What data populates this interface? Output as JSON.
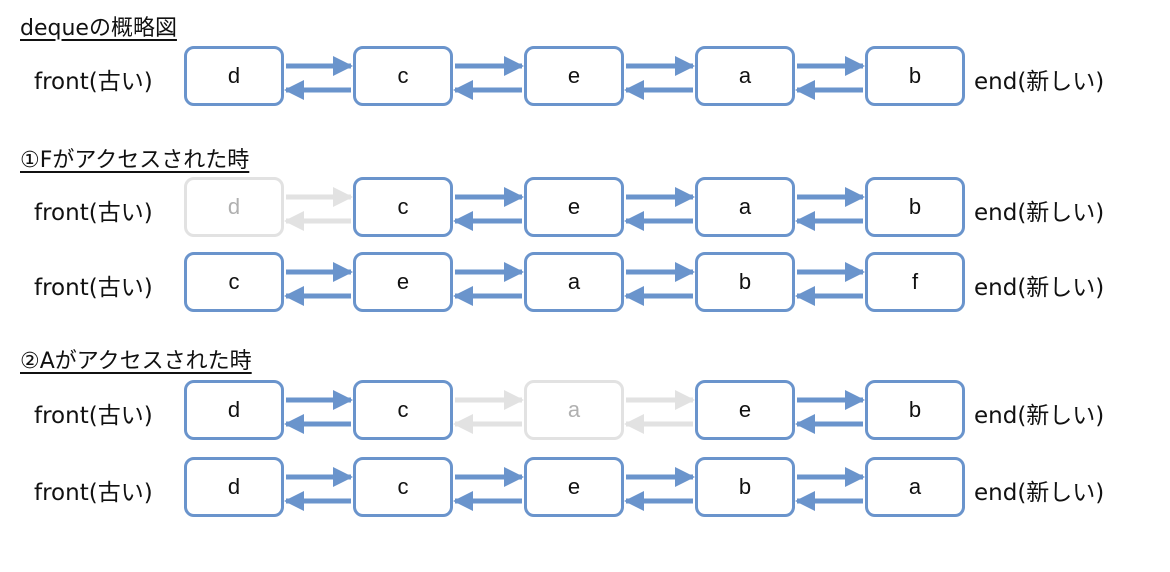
{
  "sections": [
    {
      "heading": "dequeの概略図",
      "rows": [
        {
          "front": "front(古い)",
          "end": "end(新しい)",
          "nodes": [
            {
              "label": "d",
              "faded": false
            },
            {
              "label": "c",
              "faded": false
            },
            {
              "label": "e",
              "faded": false
            },
            {
              "label": "a",
              "faded": false
            },
            {
              "label": "b",
              "faded": false
            }
          ],
          "faded_links": []
        }
      ]
    },
    {
      "heading": "①Fがアクセスされた時",
      "rows": [
        {
          "front": "front(古い)",
          "end": "end(新しい)",
          "nodes": [
            {
              "label": "d",
              "faded": true
            },
            {
              "label": "c",
              "faded": false
            },
            {
              "label": "e",
              "faded": false
            },
            {
              "label": "a",
              "faded": false
            },
            {
              "label": "b",
              "faded": false
            }
          ],
          "faded_links": [
            0
          ]
        },
        {
          "front": "front(古い)",
          "end": "end(新しい)",
          "nodes": [
            {
              "label": "c",
              "faded": false
            },
            {
              "label": "e",
              "faded": false
            },
            {
              "label": "a",
              "faded": false
            },
            {
              "label": "b",
              "faded": false
            },
            {
              "label": "f",
              "faded": false
            }
          ],
          "faded_links": []
        }
      ]
    },
    {
      "heading": "②Aがアクセスされた時",
      "rows": [
        {
          "front": "front(古い)",
          "end": "end(新しい)",
          "nodes": [
            {
              "label": "d",
              "faded": false
            },
            {
              "label": "c",
              "faded": false
            },
            {
              "label": "a",
              "faded": true
            },
            {
              "label": "e",
              "faded": false
            },
            {
              "label": "b",
              "faded": false
            }
          ],
          "faded_links": [
            1,
            2
          ]
        },
        {
          "front": "front(古い)",
          "end": "end(新しい)",
          "nodes": [
            {
              "label": "d",
              "faded": false
            },
            {
              "label": "c",
              "faded": false
            },
            {
              "label": "e",
              "faded": false
            },
            {
              "label": "b",
              "faded": false
            },
            {
              "label": "a",
              "faded": false
            }
          ],
          "faded_links": []
        }
      ]
    }
  ],
  "colors": {
    "link": "#6a94cc",
    "faded": "#e2e2e2"
  }
}
